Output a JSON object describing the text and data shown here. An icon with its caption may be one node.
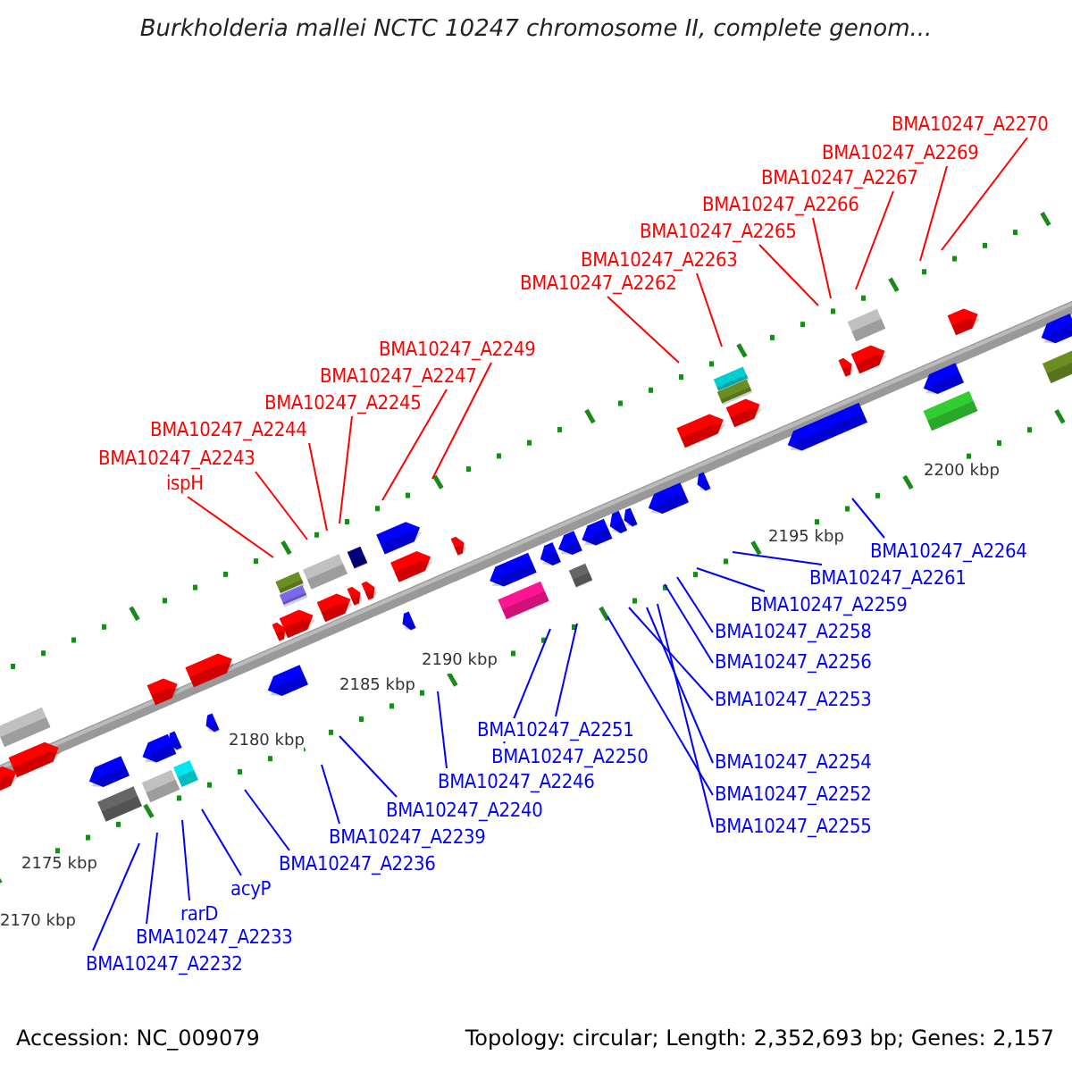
{
  "diagram": {
    "title": "Burkholderia mallei NCTC 10247 chromosome II, complete genom...",
    "nodes": [
      {
        "text": [
          "BMA10247_A2270"
        ]
      },
      {
        "text": [
          "BMA10247_A2269"
        ]
      },
      {
        "text": [
          "BMA10247_A2267"
        ]
      },
      {
        "text": [
          "BMA10247_A2266"
        ]
      },
      {
        "text": [
          "BMA10247_A2265"
        ]
      },
      {
        "text": [
          "BMA10247_A2263"
        ]
      },
      {
        "text": [
          "BMA10247_A2262"
        ]
      },
      {
        "text": [
          "BMA10247_A2249"
        ]
      },
      {
        "text": [
          "BMA10247_A2247"
        ]
      },
      {
        "text": [
          "BMA10247_A2245"
        ]
      },
      {
        "text": [
          "BMA10247_A2244"
        ]
      },
      {
        "text": [
          "BMA10247_A2243"
        ]
      },
      {
        "text": [
          "ispH"
        ]
      },
      {
        "text": [
          "BMA10247_A2264"
        ]
      },
      {
        "text": [
          "BMA10247_A2261"
        ]
      },
      {
        "text": [
          "BMA10247_A2259"
        ]
      },
      {
        "text": [
          "BMA10247_A2258"
        ]
      },
      {
        "text": [
          "BMA10247_A2256"
        ]
      },
      {
        "text": [
          "BMA10247_A2253"
        ]
      },
      {
        "text": [
          "BMA10247_A2251"
        ]
      },
      {
        "text": [
          "BMA10247_A2250"
        ]
      },
      {
        "text": [
          "BMA10247_A2246"
        ]
      },
      {
        "text": [
          "BMA10247_A2254"
        ]
      },
      {
        "text": [
          "BMA10247_A2240"
        ]
      },
      {
        "text": [
          "BMA10247_A2252"
        ]
      },
      {
        "text": [
          "BMA10247_A2239"
        ]
      },
      {
        "text": [
          "BMA10247_A2255"
        ]
      },
      {
        "text": [
          "BMA10247_A2236"
        ]
      },
      {
        "text": [
          "acyP"
        ]
      },
      {
        "text": [
          "rarD"
        ]
      },
      {
        "text": [
          "BMA10247_A2233"
        ]
      },
      {
        "text": [
          "BMA10247_A2232"
        ]
      }
    ],
    "edges": [
      {
        "from": 0,
        "to": null,
        "arrow": "none",
        "color": "#ff0000"
      },
      {
        "from": 1,
        "to": null,
        "arrow": "none",
        "color": "#ff0000"
      },
      {
        "from": 2,
        "to": null,
        "arrow": "none",
        "color": "#ff0000"
      },
      {
        "from": 3,
        "to": null,
        "arrow": "none",
        "color": "#ff0000"
      },
      {
        "from": 4,
        "to": null,
        "arrow": "none",
        "color": "#ff0000"
      },
      {
        "from": 5,
        "to": null,
        "arrow": "none",
        "color": "#ff0000"
      },
      {
        "from": 6,
        "to": null,
        "arrow": "none",
        "color": "#ff0000"
      },
      {
        "from": 7,
        "to": null,
        "arrow": "none",
        "color": "#ff0000"
      },
      {
        "from": 8,
        "to": null,
        "arrow": "none",
        "color": "#ff0000"
      },
      {
        "from": 9,
        "to": null,
        "arrow": "none",
        "color": "#ff0000"
      },
      {
        "from": 10,
        "to": null,
        "arrow": "none",
        "color": "#ff0000"
      },
      {
        "from": 11,
        "to": null,
        "arrow": "none",
        "color": "#ff0000"
      },
      {
        "from": 12,
        "to": null,
        "arrow": "none",
        "color": "#ff0000"
      },
      {
        "from": 13,
        "to": null,
        "arrow": "none"
      },
      {
        "from": 14,
        "to": null,
        "arrow": "none"
      },
      {
        "from": 15,
        "to": null,
        "arrow": "none"
      },
      {
        "from": 16,
        "to": null,
        "arrow": "none"
      },
      {
        "from": 17,
        "to": null,
        "arrow": "none"
      },
      {
        "from": 18,
        "to": null,
        "arrow": "none"
      },
      {
        "from": 19,
        "to": null,
        "arrow": "none"
      },
      {
        "from": 20,
        "to": null,
        "arrow": "none"
      },
      {
        "from": 21,
        "to": null,
        "arrow": "none"
      },
      {
        "from": 22,
        "to": null,
        "arrow": "none"
      },
      {
        "from": 23,
        "to": null,
        "arrow": "none"
      },
      {
        "from": 24,
        "to": null,
        "arrow": "none"
      },
      {
        "from": 25,
        "to": null,
        "arrow": "none"
      },
      {
        "from": 26,
        "to": null,
        "arrow": "none"
      },
      {
        "from": 27,
        "to": null,
        "arrow": "none"
      },
      {
        "from": 28,
        "to": null,
        "arrow": "none"
      },
      {
        "from": 29,
        "to": null,
        "arrow": "none"
      },
      {
        "from": 30,
        "to": null,
        "arrow": "none"
      },
      {
        "from": 31,
        "to": null,
        "arrow": "none"
      }
    ],
    "labels": [
      "2200 kbp",
      "2195 kbp",
      "2190 kbp",
      "2185 kbp",
      "2180 kbp",
      "2175 kbp",
      "2170 kbp",
      "Accession: NC_009079",
      "Topology: circular; Length: 2,352,693 bp; Genes: 2,157"
    ]
  }
}
